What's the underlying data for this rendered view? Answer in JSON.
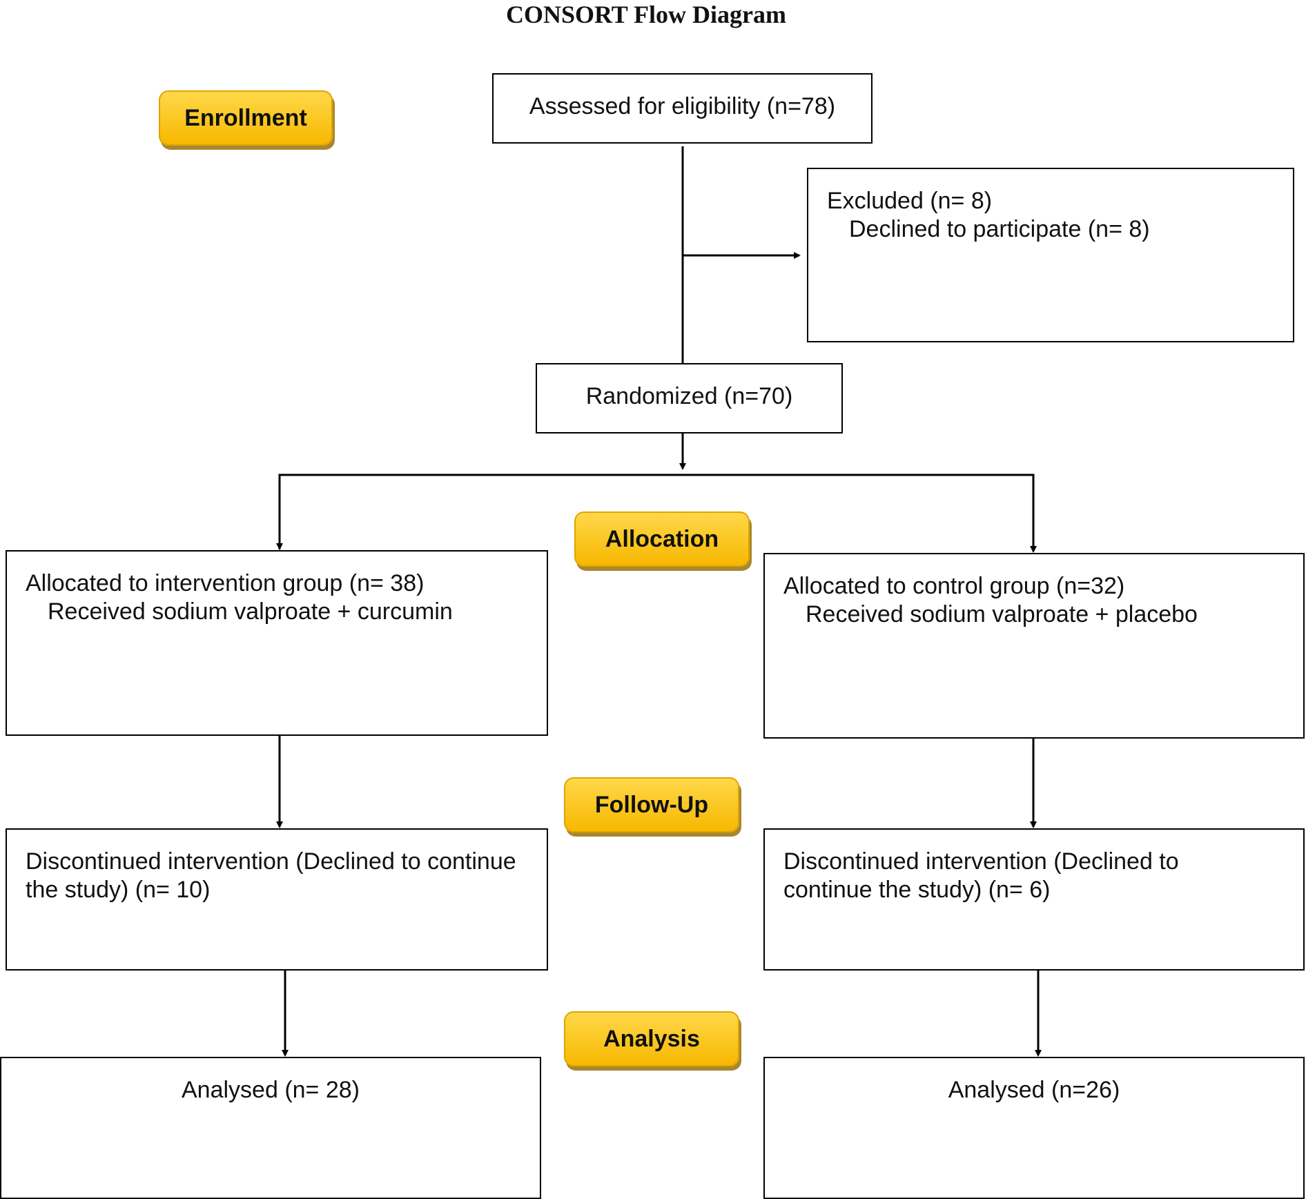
{
  "title": "CONSORT Flow Diagram",
  "stages": {
    "enrollment": "Enrollment",
    "allocation": "Allocation",
    "follow_up": "Follow-Up",
    "analysis": "Analysis"
  },
  "boxes": {
    "assessed": "Assessed for eligibility (n=78)",
    "excluded": {
      "line1": "Excluded (n= 8)",
      "line2": "Declined to participate (n= 8)"
    },
    "randomized": "Randomized (n=70)",
    "alloc_intervention": {
      "line1": "Allocated to intervention group (n= 38)",
      "line2": "Received sodium valproate + curcumin"
    },
    "alloc_control": {
      "line1": "Allocated to control group (n=32)",
      "line2": "Received sodium valproate + placebo"
    },
    "discont_intervention": "Discontinued intervention (Declined to continue the study) (n= 10)",
    "discont_control": "Discontinued intervention (Declined to continue the study) (n= 6)",
    "analysed_intervention": "Analysed (n= 28)",
    "analysed_control": "Analysed (n=26)"
  },
  "colors": {
    "stage_fill_top": "#ffd84a",
    "stage_fill_bottom": "#f7b800",
    "line": "#000000"
  }
}
